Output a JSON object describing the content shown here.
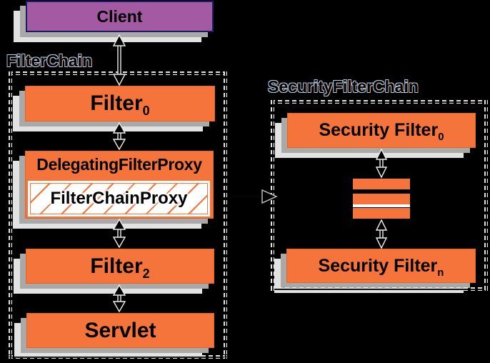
{
  "groups": {
    "filter_chain": {
      "label": "FilterChain"
    },
    "security_filter_chain": {
      "label": "SecurityFilterChain"
    }
  },
  "nodes": {
    "client": {
      "label": "Client"
    },
    "filter_0": {
      "label": "Filter",
      "subscript": "0"
    },
    "delegating_filter_proxy": {
      "label": "DelegatingFilterProxy"
    },
    "filter_chain_proxy": {
      "label": "FilterChainProxy"
    },
    "filter_2": {
      "label": "Filter",
      "subscript": "2"
    },
    "servlet": {
      "label": "Servlet"
    },
    "security_filter_0": {
      "label": "Security Filter",
      "subscript": "0"
    },
    "security_filter_n": {
      "label": "Security Filter",
      "subscript": "n"
    }
  },
  "icons": {
    "more_filters": "ellipsis-bars-icon",
    "flow_arrow": "double-headed-arrow-icon",
    "delegation_arrow": "open-triangle-arrow-icon"
  },
  "colors": {
    "background": "#000000",
    "box_orange": "#f4743b",
    "client_purple": "#a35aa3",
    "client_border": "#1b1b66",
    "shadow_near": "#a9a9a9",
    "shadow_far": "#e2e2e2",
    "dash_light": "#e2e2e2",
    "arrow_fill": "#000000",
    "arrow_outline": "#ededed",
    "hatch_line": "#f4743b"
  }
}
